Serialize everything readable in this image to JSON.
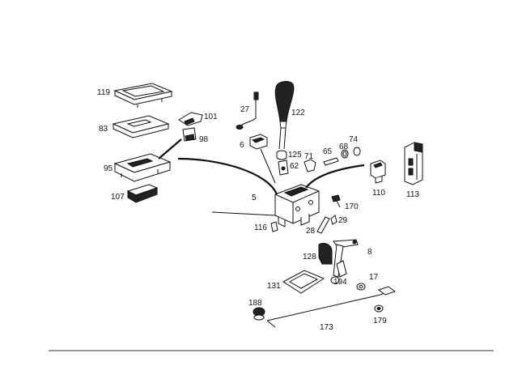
{
  "parts": [
    {
      "id": "p119",
      "label": "119"
    },
    {
      "id": "p83",
      "label": "83"
    },
    {
      "id": "p101",
      "label": "101"
    },
    {
      "id": "p98",
      "label": "98"
    },
    {
      "id": "p95",
      "label": "95"
    },
    {
      "id": "p107",
      "label": "107"
    },
    {
      "id": "p27",
      "label": "27"
    },
    {
      "id": "p122",
      "label": "122"
    },
    {
      "id": "p6",
      "label": "6"
    },
    {
      "id": "p125",
      "label": "125"
    },
    {
      "id": "p62",
      "label": "62"
    },
    {
      "id": "p71",
      "label": "71"
    },
    {
      "id": "p65",
      "label": "65"
    },
    {
      "id": "p68",
      "label": "68"
    },
    {
      "id": "p74",
      "label": "74"
    },
    {
      "id": "p110",
      "label": "110"
    },
    {
      "id": "p113",
      "label": "113"
    },
    {
      "id": "p5",
      "label": "5"
    },
    {
      "id": "p170",
      "label": "170"
    },
    {
      "id": "p116",
      "label": "116"
    },
    {
      "id": "p28",
      "label": "28"
    },
    {
      "id": "p29",
      "label": "29"
    },
    {
      "id": "p8",
      "label": "8"
    },
    {
      "id": "p128",
      "label": "128"
    },
    {
      "id": "p131",
      "label": "131"
    },
    {
      "id": "p194",
      "label": "194"
    },
    {
      "id": "p17",
      "label": "17"
    },
    {
      "id": "p188",
      "label": "188"
    },
    {
      "id": "p173",
      "label": "173"
    },
    {
      "id": "p179",
      "label": "179"
    }
  ]
}
